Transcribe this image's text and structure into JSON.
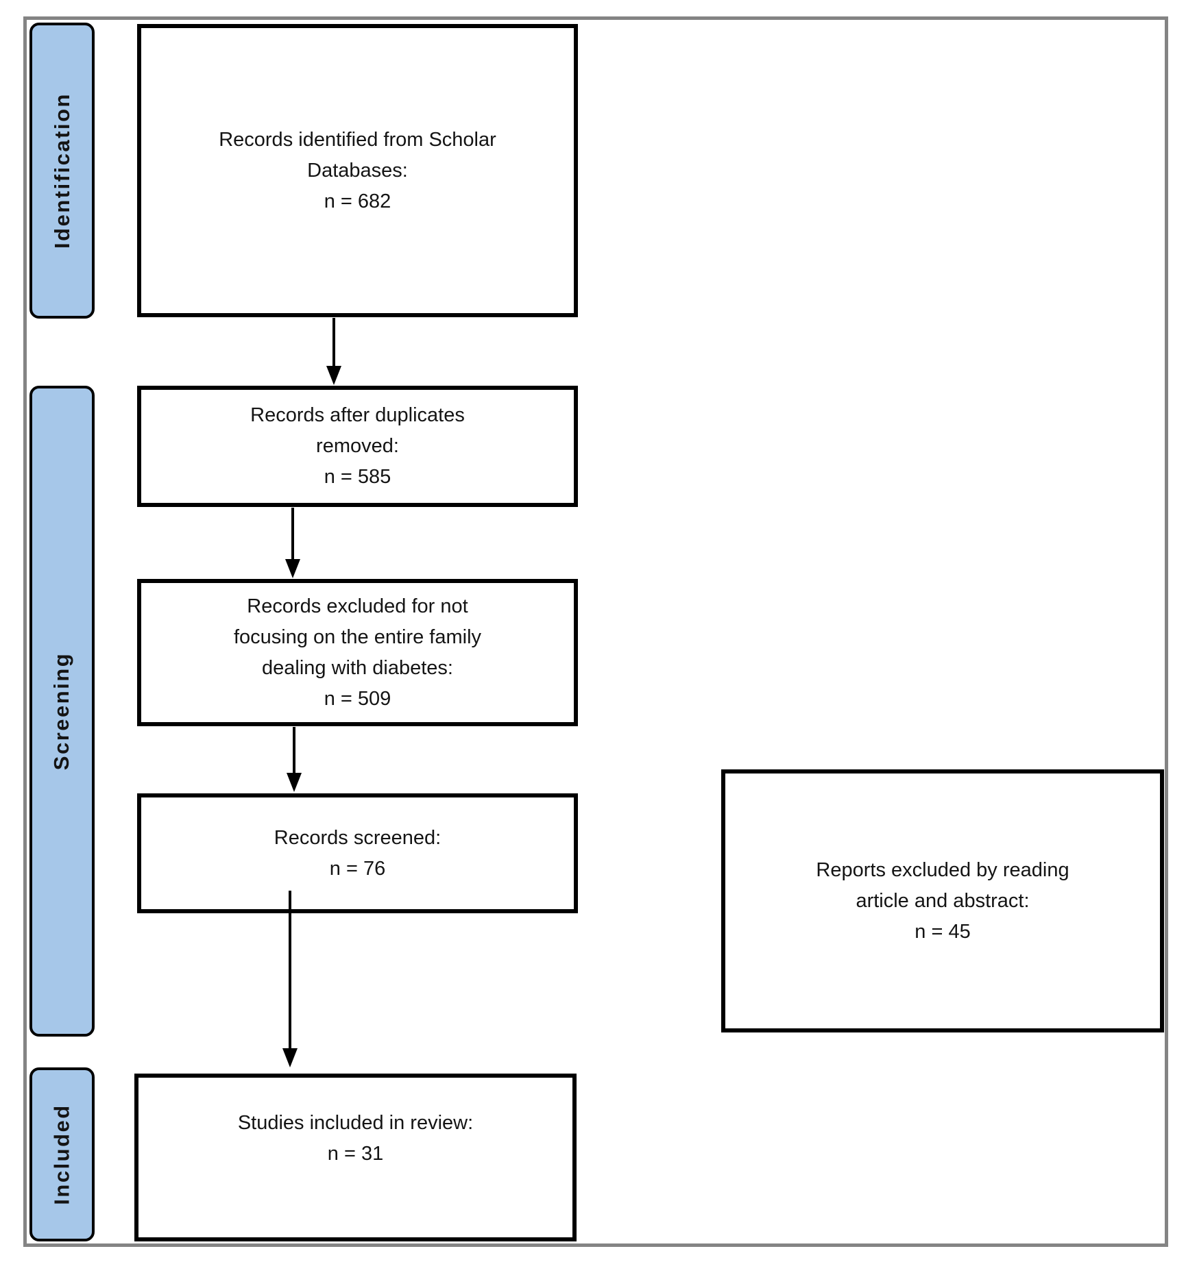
{
  "figure": {
    "kind": "PRISMA flow diagram",
    "stages": [
      {
        "label": "Identification"
      },
      {
        "label": "Screening"
      },
      {
        "label": "Included"
      }
    ],
    "boxes": {
      "identified": {
        "lines": [
          "Records identified from Scholar",
          "Databases:",
          "n = 682"
        ],
        "n": 682
      },
      "deduplicated": {
        "lines": [
          "Records after duplicates",
          "removed:",
          "n = 585"
        ],
        "n": 585
      },
      "excluded_focus": {
        "lines": [
          "Records excluded for not",
          "focusing on the entire family",
          "dealing with diabetes:",
          "n = 509"
        ],
        "n": 509
      },
      "screened": {
        "lines": [
          "Records screened:",
          "n = 76"
        ],
        "n": 76
      },
      "included_review": {
        "lines": [
          "Studies included in review:",
          "n = 31"
        ],
        "n": 31
      },
      "excluded_reading": {
        "lines": [
          "Reports excluded by reading",
          "article and abstract:",
          "n = 45"
        ],
        "n": 45
      }
    },
    "colors": {
      "stage_fill": "#a6c7e9",
      "stage_border": "#000000",
      "box_border": "#000000",
      "outer_frame": "#848484",
      "arrow": "#000000",
      "text": "#141414",
      "background": "#ffffff"
    }
  }
}
